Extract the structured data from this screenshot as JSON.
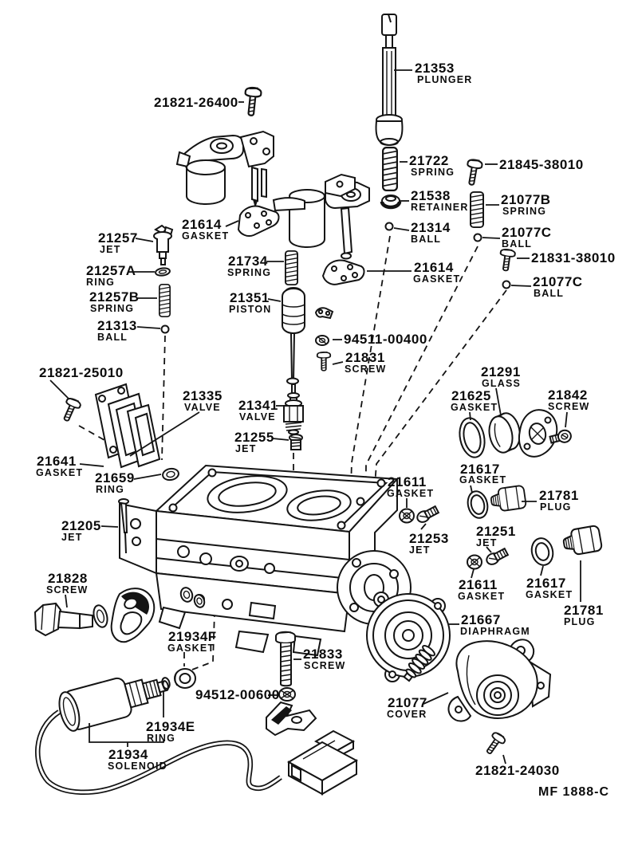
{
  "page": {
    "background": "#ffffff",
    "ink": "#141414",
    "figure_code": "MF 1888-C"
  },
  "labels": {
    "l21353": {
      "num": "21353",
      "name": "PLUNGER"
    },
    "l21821_26400": {
      "num": "21821-26400",
      "name": ""
    },
    "l21722": {
      "num": "21722",
      "name": "SPRING"
    },
    "l21845_38010": {
      "num": "21845-38010",
      "name": ""
    },
    "l21538": {
      "num": "21538",
      "name": "RETAINER"
    },
    "l21077B": {
      "num": "21077B",
      "name": "SPRING"
    },
    "l21314": {
      "num": "21314",
      "name": "BALL"
    },
    "l21077C_1": {
      "num": "21077C",
      "name": "BALL"
    },
    "l21831_38010": {
      "num": "21831-38010",
      "name": ""
    },
    "l21077C_2": {
      "num": "21077C",
      "name": "BALL"
    },
    "l21614_1": {
      "num": "21614",
      "name": "GASKET"
    },
    "l21614_2": {
      "num": "21614",
      "name": "GASKET"
    },
    "l21257": {
      "num": "21257",
      "name": "JET"
    },
    "l21257A": {
      "num": "21257A",
      "name": "RING"
    },
    "l21257B": {
      "num": "21257B",
      "name": "SPRING"
    },
    "l21313": {
      "num": "21313",
      "name": "BALL"
    },
    "l21734": {
      "num": "21734",
      "name": "SPRING"
    },
    "l21351": {
      "num": "21351",
      "name": "PISTON"
    },
    "l94511_00400": {
      "num": "94511-00400",
      "name": ""
    },
    "l21831": {
      "num": "21831",
      "name": "SCREW"
    },
    "l21821_25010": {
      "num": "21821-25010",
      "name": ""
    },
    "l21335": {
      "num": "21335",
      "name": "VALVE"
    },
    "l21341": {
      "num": "21341",
      "name": "VALVE"
    },
    "l21255": {
      "num": "21255",
      "name": "JET"
    },
    "l21291": {
      "num": "21291",
      "name": "GLASS"
    },
    "l21625": {
      "num": "21625",
      "name": "GASKET"
    },
    "l21842": {
      "num": "21842",
      "name": "SCREW"
    },
    "l21641": {
      "num": "21641",
      "name": "GASKET"
    },
    "l21659": {
      "num": "21659",
      "name": "RING"
    },
    "l21617_1": {
      "num": "21617",
      "name": "GASKET"
    },
    "l21611_1": {
      "num": "21611",
      "name": "GASKET"
    },
    "l21781_1": {
      "num": "21781",
      "name": "PLUG"
    },
    "l21205": {
      "num": "21205",
      "name": "JET"
    },
    "l21253": {
      "num": "21253",
      "name": "JET"
    },
    "l21251": {
      "num": "21251",
      "name": "JET"
    },
    "l21611_2": {
      "num": "21611",
      "name": "GASKET"
    },
    "l21617_2": {
      "num": "21617",
      "name": "GASKET"
    },
    "l21781_2": {
      "num": "21781",
      "name": "PLUG"
    },
    "l21828": {
      "num": "21828",
      "name": "SCREW"
    },
    "l21934F": {
      "num": "21934F",
      "name": "GASKET"
    },
    "l21667": {
      "num": "21667",
      "name": "DIAPHRAGM"
    },
    "l21833": {
      "num": "21833",
      "name": "SCREW"
    },
    "l94512_00600": {
      "num": "94512-00600",
      "name": ""
    },
    "l21077": {
      "num": "21077",
      "name": "COVER"
    },
    "l21934E": {
      "num": "21934E",
      "name": "RING"
    },
    "l21934": {
      "num": "21934",
      "name": "SOLENOID"
    },
    "l21821_24030": {
      "num": "21821-24030",
      "name": ""
    }
  }
}
